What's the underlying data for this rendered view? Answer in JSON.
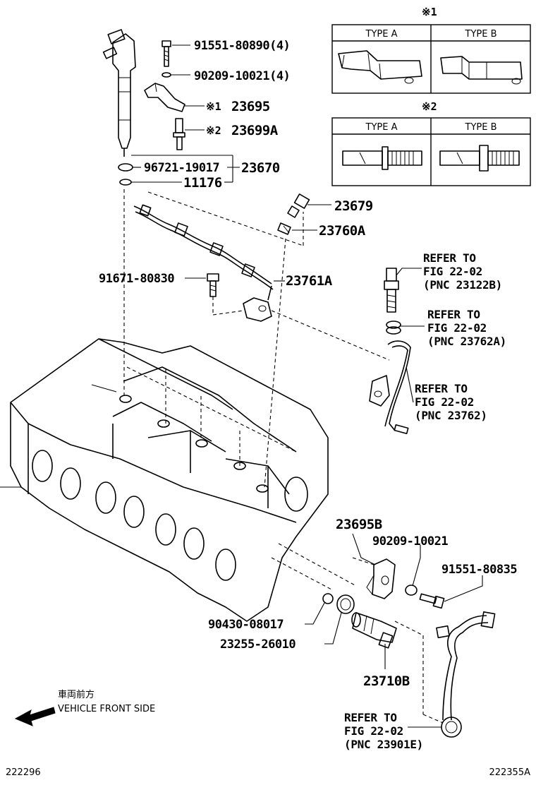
{
  "parts": {
    "p91551_80890": "91551-80890(4)",
    "p90209_10021_4": "90209-10021(4)",
    "p23695": "23695",
    "p23699a": "23699A",
    "p96721_19017": "96721-19017",
    "p23670": "23670",
    "p11176": "11176",
    "p23679": "23679",
    "p23760a": "23760A",
    "p91671_80830": "91671-80830",
    "p23761a": "23761A",
    "p23695b": "23695B",
    "p90209_10021": "90209-10021",
    "p91551_80835": "91551-80835",
    "p90430_08017": "90430-08017",
    "p23255_26010": "23255-26010",
    "p23710b": "23710B"
  },
  "marks": {
    "note1": "※1",
    "note2": "※2"
  },
  "references": [
    {
      "line1": "REFER TO",
      "line2": "FIG 22-02",
      "line3": "(PNC 23122B)"
    },
    {
      "line1": "REFER TO",
      "line2": "FIG 22-02",
      "line3": "(PNC 23762A)"
    },
    {
      "line1": "REFER TO",
      "line2": "FIG 22-02",
      "line3": "(PNC 23762)"
    },
    {
      "line1": "REFER TO",
      "line2": "FIG 22-02",
      "line3": "(PNC 23901E)"
    }
  ],
  "type_tables": [
    {
      "mark": "※1",
      "col_a": "TYPE A",
      "col_b": "TYPE B"
    },
    {
      "mark": "※2",
      "col_a": "TYPE A",
      "col_b": "TYPE B"
    }
  ],
  "direction": {
    "jp": "車両前方",
    "en": "VEHICLE FRONT SIDE"
  },
  "footer": {
    "left_id": "222296",
    "right_id": "222355A"
  }
}
